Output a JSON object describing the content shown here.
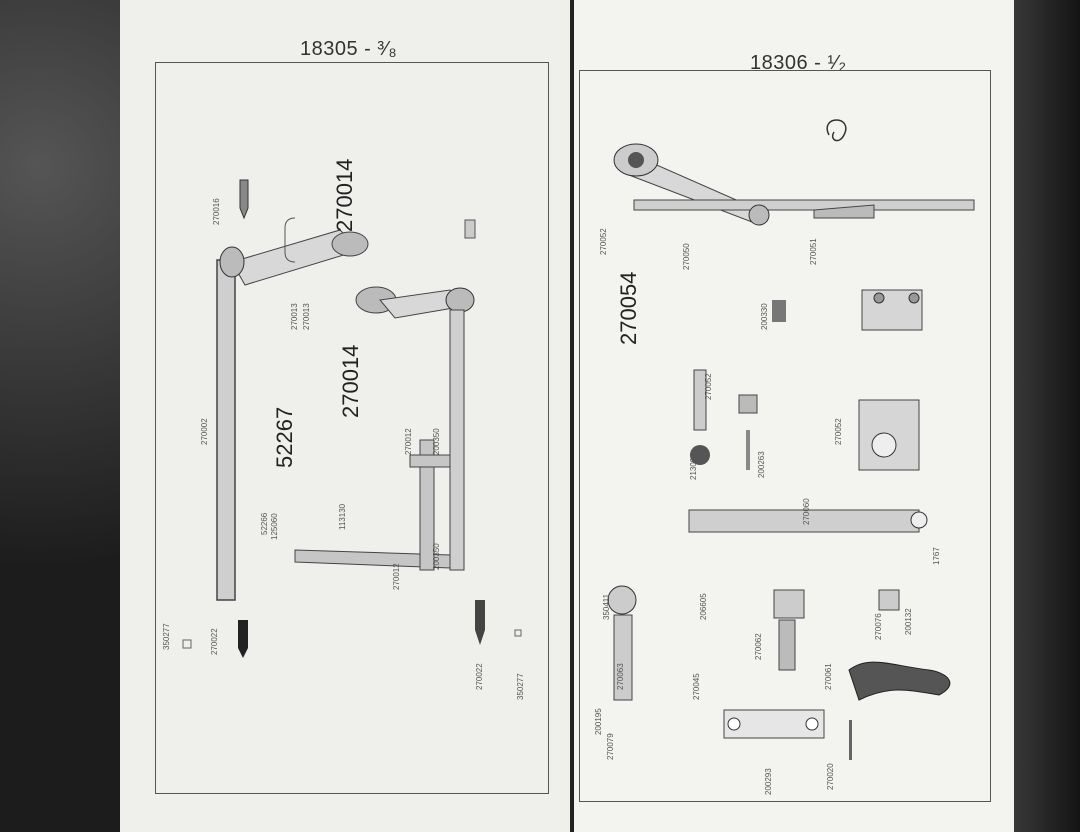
{
  "left_page": {
    "title": "18305 - ³⁄₈",
    "assembly_numbers": [
      "270014",
      "270014",
      "52267"
    ],
    "part_labels": [
      "270002",
      "270013",
      "270012",
      "270012",
      "270022",
      "270022",
      "350277",
      "350277",
      "113130",
      "52266",
      "125060",
      "200350",
      "270013",
      "270016",
      "200350"
    ]
  },
  "right_page": {
    "title": "18306 - ¹⁄₂",
    "assembly_number": "270054",
    "part_labels": [
      "270052",
      "270050",
      "270051",
      "200330",
      "270052",
      "213003",
      "200263",
      "270060",
      "1767",
      "270052",
      "350411",
      "206605",
      "270063",
      "270062",
      "270061",
      "270076",
      "200132",
      "270045",
      "200195",
      "270079",
      "200293",
      "270020"
    ]
  }
}
